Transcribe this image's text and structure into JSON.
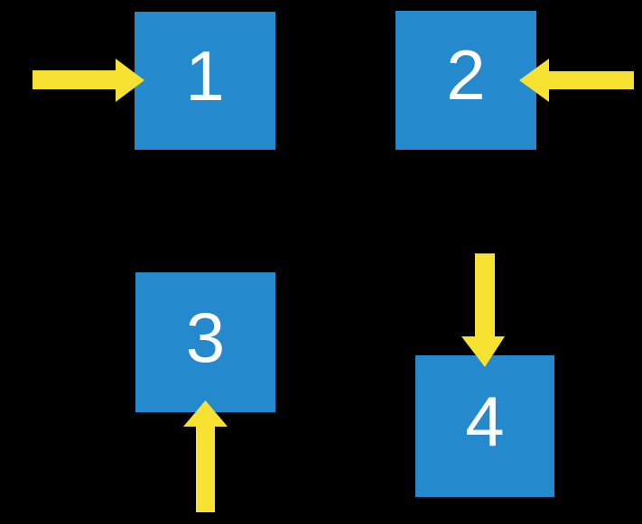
{
  "slide": {
    "background_color": "#000000",
    "box_color": "#2589CD",
    "label_color": "#FFFFFF",
    "arrow_color": "#F7E231",
    "boxes": [
      {
        "label": "1"
      },
      {
        "label": "2"
      },
      {
        "label": "3"
      },
      {
        "label": "4"
      }
    ],
    "arrows": [
      {
        "points_to_box": "1",
        "direction": "right",
        "enters_from": "left side"
      },
      {
        "points_to_box": "2",
        "direction": "left",
        "enters_from": "right side"
      },
      {
        "points_to_box": "3",
        "direction": "up",
        "enters_from": "bottom side"
      },
      {
        "points_to_box": "4",
        "direction": "down",
        "enters_from": "top side"
      }
    ]
  }
}
